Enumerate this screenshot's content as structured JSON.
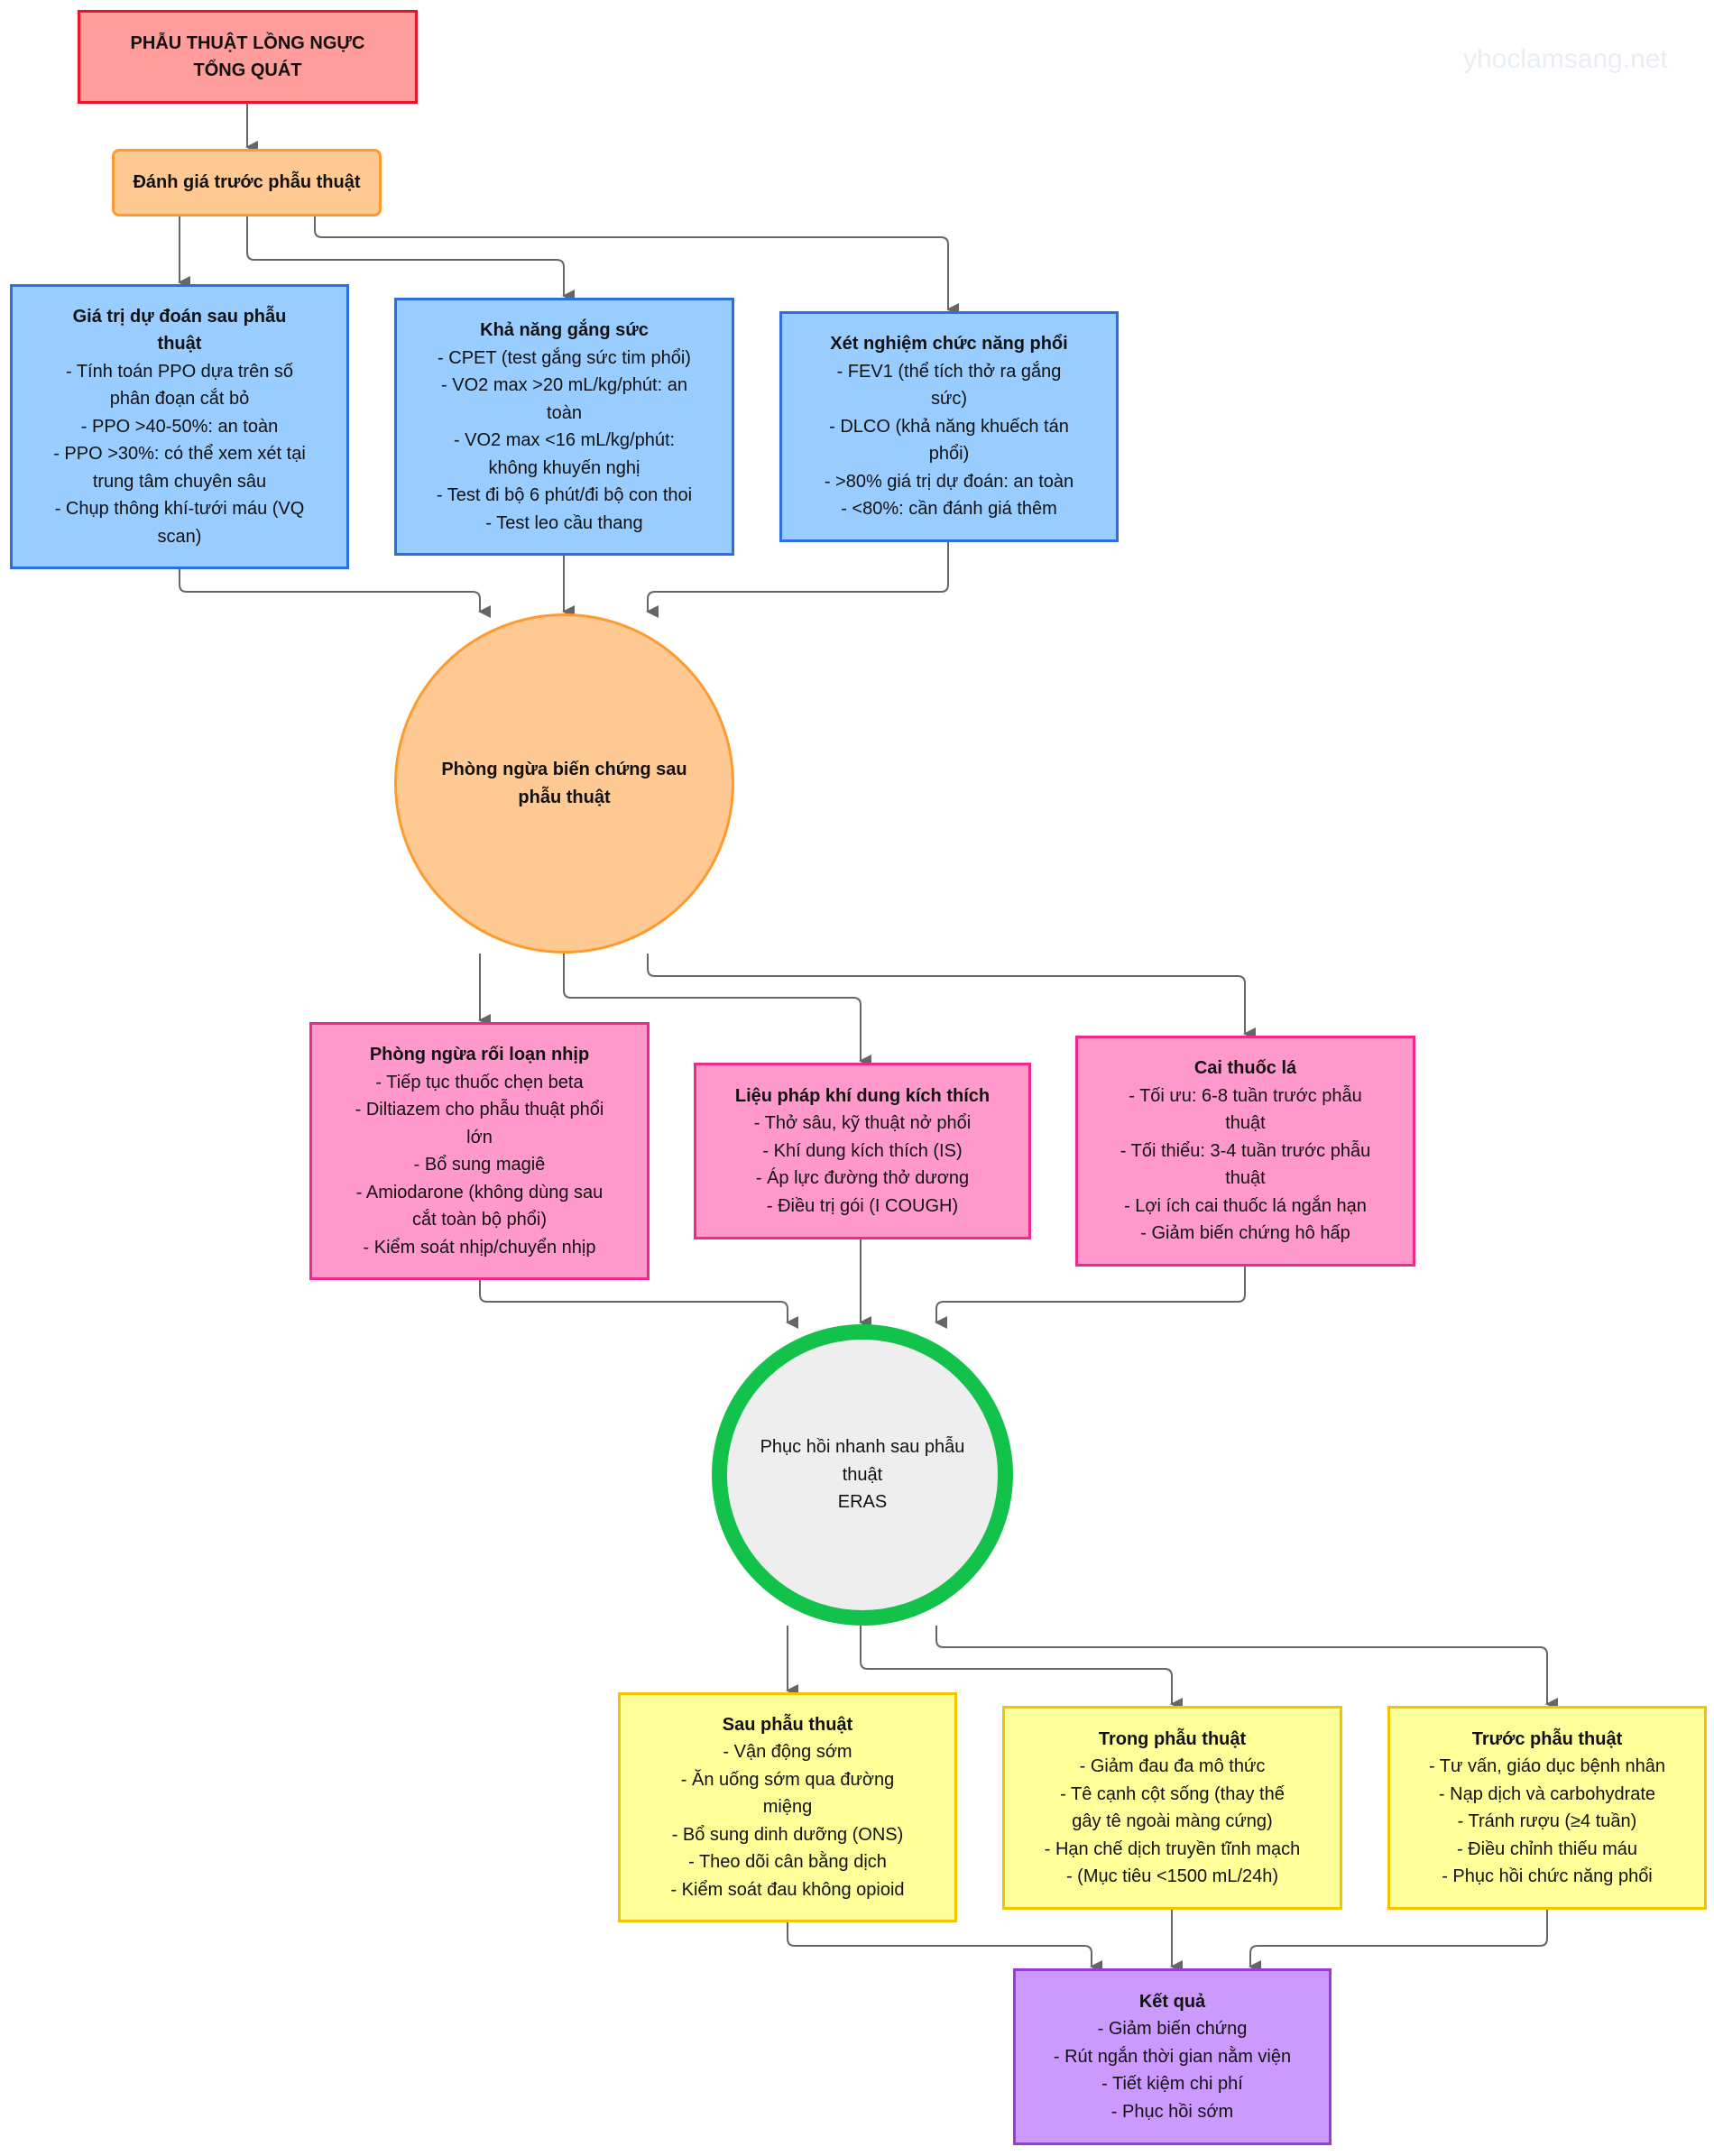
{
  "watermark": "yhoclamsang.net",
  "nodes": {
    "root": {
      "title": [
        "PHẪU THUẬT LỒNG NGỰC",
        "TỔNG QUÁT"
      ]
    },
    "preop_eval": {
      "title": "Đánh giá trước phẫu thuật"
    },
    "ppo": {
      "title": [
        "Giá trị dự đoán sau phẫu",
        "thuật"
      ],
      "lines": [
        "- Tính toán PPO dựa trên số",
        "phân đoạn cắt bỏ",
        "- PPO >40-50%: an toàn",
        "- PPO >30%: có thể xem xét tại",
        "trung tâm chuyên sâu",
        "- Chụp thông khí-tưới máu (VQ",
        "scan)"
      ]
    },
    "exercise": {
      "title": [
        "Khả năng gắng sức"
      ],
      "lines": [
        "- CPET (test gắng sức tim phổi)",
        "- VO2 max >20 mL/kg/phút: an",
        "toàn",
        "- VO2 max <16 mL/kg/phút:",
        "không khuyến nghị",
        "- Test đi bộ 6 phút/đi bộ con thoi",
        "- Test leo cầu thang"
      ]
    },
    "pft": {
      "title": [
        "Xét nghiệm chức năng phổi"
      ],
      "lines": [
        "- FEV1 (thể tích thở ra gắng",
        "sức)",
        "- DLCO (khả năng khuếch tán",
        "phổi)",
        "- >80% giá trị dự đoán: an toàn",
        "- <80%: cần đánh giá thêm"
      ]
    },
    "prevention": {
      "title": [
        "Phòng ngừa biến chứng sau",
        "phẫu thuật"
      ]
    },
    "arrhythmia": {
      "title": [
        "Phòng ngừa rối loạn nhịp"
      ],
      "lines": [
        "- Tiếp tục thuốc chẹn beta",
        "- Diltiazem cho phẫu thuật phổi",
        "lớn",
        "- Bổ sung magiê",
        "- Amiodarone (không dùng sau",
        "cắt toàn bộ phổi)",
        "- Kiểm soát nhịp/chuyển nhịp"
      ]
    },
    "aerosol": {
      "title": [
        "Liệu pháp khí dung kích thích"
      ],
      "lines": [
        "- Thở sâu, kỹ thuật nở phổi",
        "- Khí dung kích thích (IS)",
        "- Áp lực đường thở dương",
        "- Điều trị gói (I COUGH)"
      ]
    },
    "smoking": {
      "title": [
        "Cai thuốc lá"
      ],
      "lines": [
        "- Tối ưu: 6-8 tuần trước phẫu",
        "thuật",
        "- Tối thiểu: 3-4 tuần trước phẫu",
        "thuật",
        "- Lợi ích cai thuốc lá ngắn hạn",
        "- Giảm biến chứng hô hấp"
      ]
    },
    "eras": {
      "title": [
        "Phục hồi nhanh sau phẫu thuật",
        "ERAS"
      ]
    },
    "postop": {
      "title": [
        "Sau phẫu thuật"
      ],
      "lines": [
        "- Vận động sớm",
        "- Ăn uống sớm qua đường",
        "miệng",
        "- Bổ sung dinh dưỡng (ONS)",
        "- Theo dõi cân bằng dịch",
        "- Kiểm soát đau không opioid"
      ]
    },
    "intraop": {
      "title": [
        "Trong phẫu thuật"
      ],
      "lines": [
        "- Giảm đau đa mô thức",
        "- Tê cạnh cột sống (thay thế",
        "gây tê ngoài màng cứng)",
        "- Hạn chế dịch truyền tĩnh mạch",
        "- (Mục tiêu <1500 mL/24h)"
      ]
    },
    "preop": {
      "title": [
        "Trước phẫu thuật"
      ],
      "lines": [
        "- Tư vấn, giáo dục bệnh nhân",
        "- Nạp dịch và carbohydrate",
        "- Tránh rượu (≥4 tuần)",
        "- Điều chỉnh thiếu máu",
        "- Phục hồi chức năng phổi"
      ]
    },
    "results": {
      "title": [
        "Kết quả"
      ],
      "lines": [
        "- Giảm biến chứng",
        "- Rút ngắn thời gian nằm viện",
        "- Tiết kiệm chi phí",
        "- Phục hồi sớm"
      ]
    }
  },
  "colors": {
    "root": "#ff9c9c",
    "root_border": "#e8142a",
    "assessment": "#ffc994",
    "assessment_border": "#ff9a2e",
    "blue": "#99ccff",
    "blue_border": "#2d6fe0",
    "pink": "#ff99cc",
    "pink_border": "#f0298c",
    "eras": "#eeeeee",
    "eras_border": "#12c24a",
    "yellow": "#ffff99",
    "yellow_border": "#f5c400",
    "purple": "#cc99ff",
    "purple_border": "#9a3ad8",
    "edge": "#666666"
  },
  "edges": [
    [
      "root",
      "preop_eval"
    ],
    [
      "preop_eval",
      "ppo"
    ],
    [
      "preop_eval",
      "exercise"
    ],
    [
      "preop_eval",
      "pft"
    ],
    [
      "ppo",
      "prevention"
    ],
    [
      "exercise",
      "prevention"
    ],
    [
      "pft",
      "prevention"
    ],
    [
      "prevention",
      "arrhythmia"
    ],
    [
      "prevention",
      "aerosol"
    ],
    [
      "prevention",
      "smoking"
    ],
    [
      "arrhythmia",
      "eras"
    ],
    [
      "aerosol",
      "eras"
    ],
    [
      "smoking",
      "eras"
    ],
    [
      "eras",
      "postop"
    ],
    [
      "eras",
      "intraop"
    ],
    [
      "eras",
      "preop"
    ],
    [
      "postop",
      "results"
    ],
    [
      "intraop",
      "results"
    ],
    [
      "preop",
      "results"
    ]
  ]
}
